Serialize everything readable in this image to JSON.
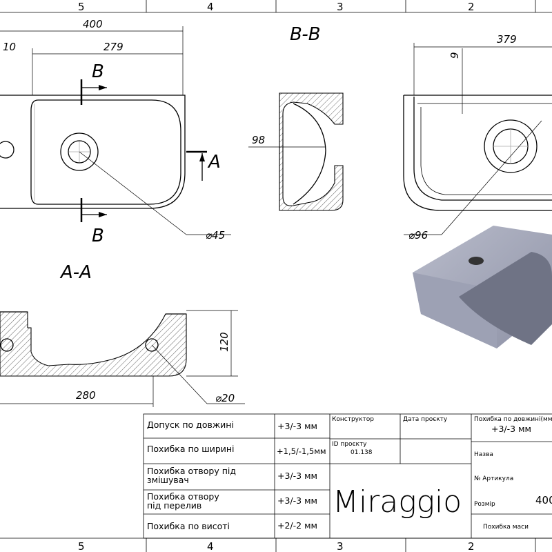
{
  "zones_top": [
    "5",
    "4",
    "3",
    "2"
  ],
  "zones_bottom": [
    "5",
    "4",
    "3",
    "2"
  ],
  "views": {
    "section_bb": "B-B",
    "section_aa": "A-A",
    "cut_b": "B",
    "cut_a": "A"
  },
  "dimensions": {
    "total_length": "400",
    "offset": "10",
    "basin_length": "279",
    "depth_98": "98",
    "hole_45": "⌀45",
    "right_length": "379",
    "rim_9": "9",
    "hole_96": "⌀96",
    "height_120": "120",
    "aa_length": "280",
    "overflow_20": "⌀20"
  },
  "title_block": {
    "tolerances": [
      {
        "label": "Допуск по довжині",
        "value": "+3/-3 мм"
      },
      {
        "label": "Похибка по ширині",
        "value": "+1,5/-1,5мм"
      },
      {
        "label": "Похибка отвору під змішувач",
        "value": "+3/-3 мм"
      },
      {
        "label": "Похибка отвору під перелив",
        "value": "+3/-3 мм"
      },
      {
        "label": "Похибка по висоті",
        "value": "+2/-2 мм"
      }
    ],
    "designer_label": "Конструктор",
    "date_label": "Дата проєкту",
    "project_id_label": "ID проєкту",
    "project_id": "01.138",
    "logo": "Miraggio",
    "length_tolerance_label": "Похибка по довжині(мм)",
    "length_tolerance_value": "+3/-3 мм",
    "name_label": "Назва",
    "article_label": "№ Артикула",
    "size_label": "Розмір",
    "size_value": "400",
    "mass_tolerance_label": "Похибка маси"
  }
}
